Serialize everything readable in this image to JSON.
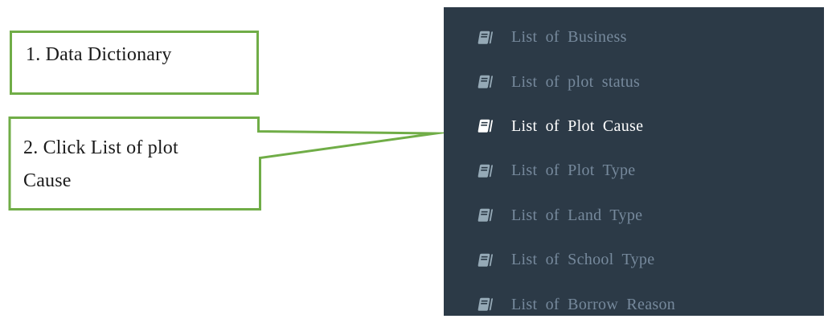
{
  "colors": {
    "callout_border": "#70ad47",
    "sidebar_bg": "#2c3a47",
    "item_text": "#76899c",
    "item_icon": "#95a9b6",
    "active_color": "#ffffff"
  },
  "callouts": [
    {
      "step": 1,
      "lines": [
        "1. Data Dictionary"
      ]
    },
    {
      "step": 2,
      "lines": [
        "2. Click List of plot",
        "Cause"
      ]
    }
  ],
  "sidebar": {
    "items": [
      {
        "label": "List of Business",
        "icon": "book-icon",
        "active": false
      },
      {
        "label": "List of plot status",
        "icon": "book-icon",
        "active": false
      },
      {
        "label": "List of Plot Cause",
        "icon": "book-icon",
        "active": true
      },
      {
        "label": "List of Plot Type",
        "icon": "book-icon",
        "active": false
      },
      {
        "label": "List of Land Type",
        "icon": "book-icon",
        "active": false
      },
      {
        "label": "List of School Type",
        "icon": "book-icon",
        "active": false
      },
      {
        "label": "List of Borrow Reason",
        "icon": "book-icon",
        "active": false
      }
    ]
  }
}
